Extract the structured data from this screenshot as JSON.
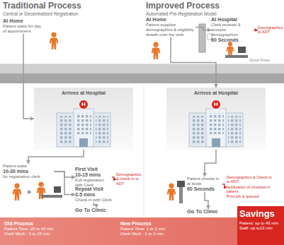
{
  "diagram": {
    "nodes": [
      {
        "text": [
          "Traditional Process",
          "Central or Decentralized Registration"
        ]
      },
      {
        "text": [
          "Improved Process",
          "Automated Pre-Registration Model"
        ]
      },
      {
        "text": [
          "At Home",
          "Patient waits for day of appointment"
        ]
      },
      {
        "text": [
          "At Home",
          "Patient supplies demographics & eligibility details over the web"
        ]
      },
      {
        "text": [
          "At Hospital",
          "Clerk reviews & accepts demographics",
          "60 Seconds"
        ]
      },
      {
        "text": [
          "Arrives at Hospital"
        ]
      },
      {
        "text": [
          "Arrives at Hospital"
        ]
      },
      {
        "text": [
          "Patient waits",
          "10-30 mins",
          "for registration clerk"
        ]
      },
      {
        "text": [
          "First Visit",
          "10-15 mins",
          "Full registration with Clerk"
        ]
      },
      {
        "text": [
          "Repeat Visit",
          "3-5 mins",
          "Check-in with Clerk"
        ]
      },
      {
        "text": [
          "Demographics & check-in to ADT"
        ]
      },
      {
        "text": [
          "Go To Clinic"
        ]
      },
      {
        "text": [
          "Patient checks in at kiosk",
          "60 Seconds"
        ]
      },
      {
        "text": [
          "Demographics & Check-in to ADT",
          "Notification of checked-in patient",
          "Print job is queued"
        ]
      },
      {
        "text": [
          "Go To Clinic"
        ]
      },
      {
        "text": [
          "Demographics to ADT"
        ]
      },
      {
        "text": [
          "Old Process",
          "Patient Time: 20 to 43 min",
          "Clerk Work : 3 to 15 min"
        ]
      },
      {
        "text": [
          "New Process",
          "Patient Time: 1 to 2 min",
          "Clerk Work : 1 to 2 min"
        ]
      },
      {
        "text": [
          "Savings",
          "Patient: up to 43 min",
          "Staff: up to13 min"
        ]
      }
    ],
    "edges": [
      {
        "from": 2,
        "to": 5,
        "arrow": "to"
      },
      {
        "from": 5,
        "to": 7,
        "arrow": "to"
      },
      {
        "from": 7,
        "to": 8,
        "arrow": "to"
      },
      {
        "from": 7,
        "to": 9,
        "arrow": "to"
      },
      {
        "from": 8,
        "to": 10,
        "arrow": "to"
      },
      {
        "from": 9,
        "to": 11,
        "arrow": "to"
      },
      {
        "from": 3,
        "to": 4,
        "arrow": "to"
      },
      {
        "from": 4,
        "to": 15,
        "arrow": "to"
      },
      {
        "from": 3,
        "to": 6,
        "arrow": "to"
      },
      {
        "from": 6,
        "to": 12,
        "arrow": "to"
      },
      {
        "from": 12,
        "to": 13,
        "arrow": "to"
      },
      {
        "from": 12,
        "to": 14,
        "arrow": "to"
      }
    ],
    "labels": [
      "H",
      "H",
      "Quick Fixes"
    ]
  }
}
